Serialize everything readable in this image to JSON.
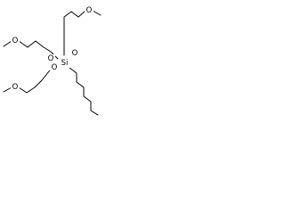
{
  "molecule": {
    "atoms": {
      "silicon": "Si",
      "o_upper_left_chain": "O",
      "o_upper_right_chain": "O",
      "o_lower_left_chain": "O",
      "o_si_upper_left": "O",
      "o_si_upper_right": "O",
      "o_si_lower_left": "O"
    }
  }
}
